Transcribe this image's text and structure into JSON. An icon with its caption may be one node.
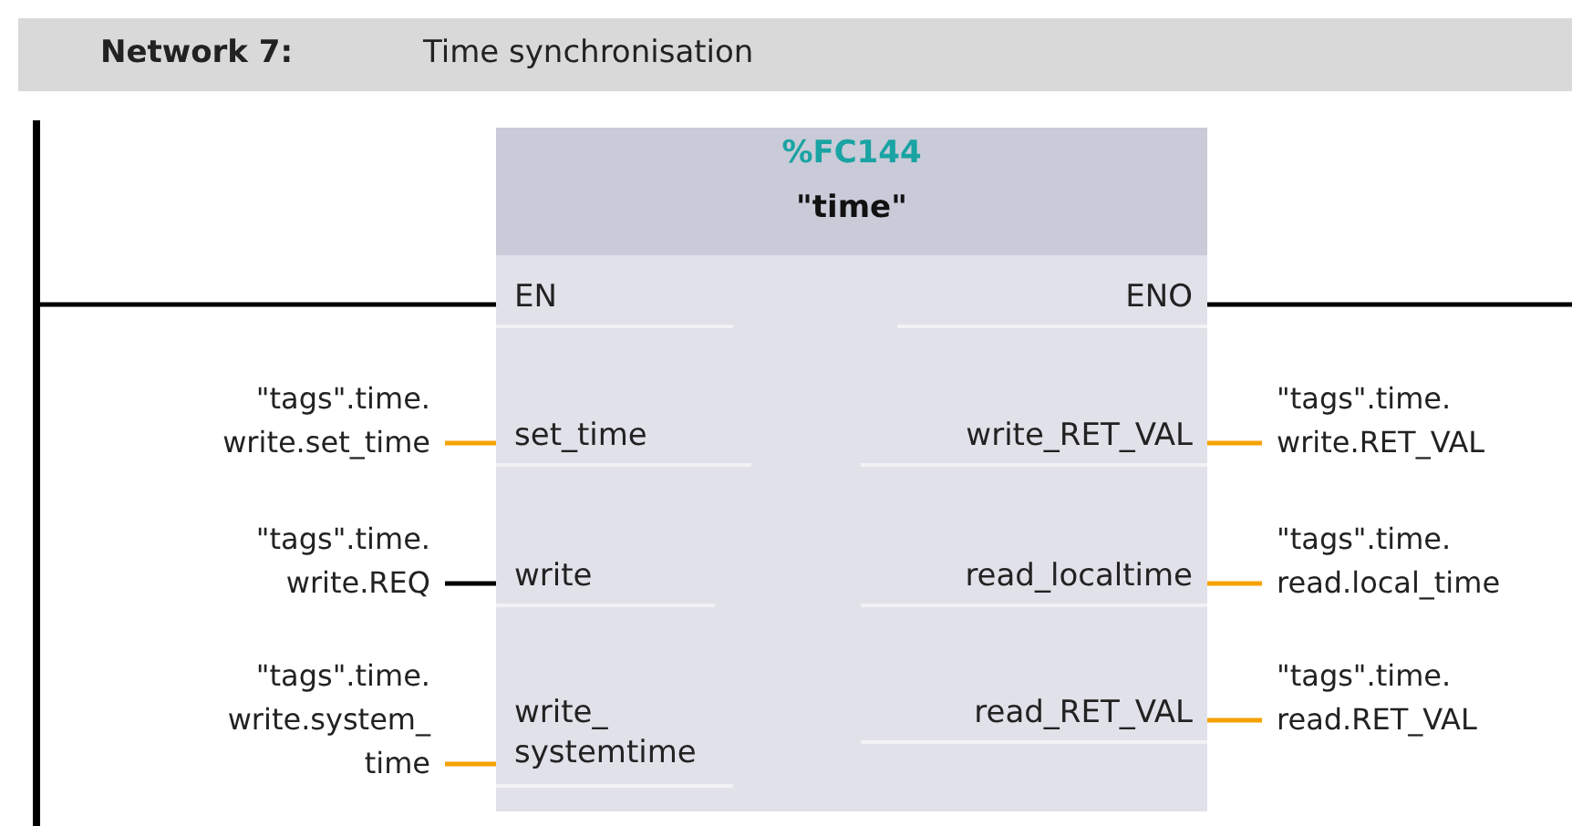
{
  "diagram": {
    "title": "Network 7:",
    "nodes": [
      {
        "text": [],
        "shape": "bar"
      },
      {
        "text": [
          "%FC144",
          "\"time\""
        ]
      },
      {
        "text": [
          "EN"
        ],
        "in": 1
      },
      {
        "text": [
          "set_time"
        ],
        "in": 1
      },
      {
        "text": [
          "write"
        ],
        "in": 1
      },
      {
        "text": [
          "write_ systemtime"
        ],
        "in": 1
      },
      {
        "text": [
          "ENO"
        ],
        "in": 1
      },
      {
        "text": [
          "write_RET_VAL"
        ],
        "in": 1
      },
      {
        "text": [
          "read_localtime"
        ],
        "in": 1
      },
      {
        "text": [
          "read_RET_VAL"
        ],
        "in": 1
      },
      {
        "text": [
          "\"tags\".time. write.set_time"
        ]
      },
      {
        "text": [
          "\"tags\".time. write.REQ"
        ]
      },
      {
        "text": [
          "\"tags\".time. write.system_ time"
        ]
      },
      {
        "text": [
          "\"tags\".time. write.RET_VAL"
        ]
      },
      {
        "text": [
          "\"tags\".time. read.local_time"
        ]
      },
      {
        "text": [
          "\"tags\".time. read.RET_VAL"
        ]
      }
    ],
    "edges": [
      {
        "from": 0,
        "to": 2,
        "arrow": "none",
        "color": "#000000"
      },
      {
        "from": 6,
        "to": null,
        "arrow": "none",
        "color": "#000000"
      },
      {
        "from": 10,
        "to": 3,
        "arrow": "none"
      },
      {
        "from": 11,
        "to": 4,
        "arrow": "none",
        "color": "#000000"
      },
      {
        "from": 12,
        "to": 5,
        "arrow": "none"
      },
      {
        "from": 7,
        "to": 13,
        "arrow": "none"
      },
      {
        "from": 8,
        "to": 14,
        "arrow": "none"
      },
      {
        "from": 9,
        "to": 15,
        "arrow": "none"
      }
    ],
    "labels": [
      "Time synchronisation"
    ]
  }
}
